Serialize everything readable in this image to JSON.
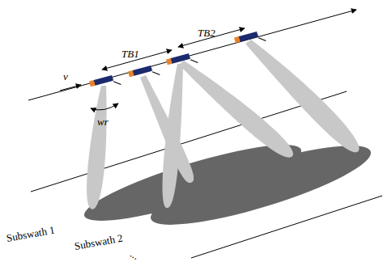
{
  "diagram": {
    "labels": [
      "v",
      "TB1",
      "TB2",
      "wr",
      "Subswath 1",
      "Subswath 2",
      "..."
    ]
  }
}
